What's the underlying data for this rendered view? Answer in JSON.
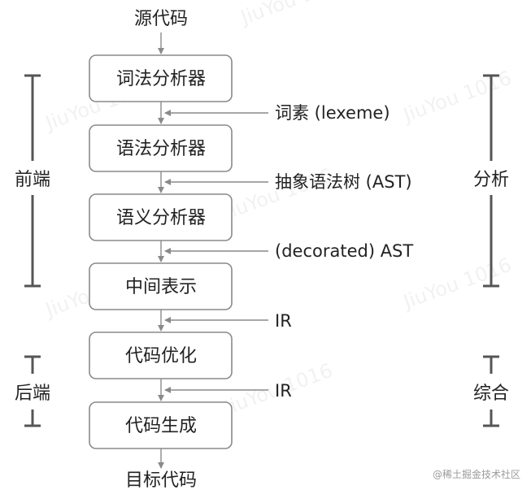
{
  "source": "源代码",
  "target": "目标代码",
  "stages": [
    "词法分析器",
    "语法分析器",
    "语义分析器",
    "中间表示",
    "代码优化",
    "代码生成"
  ],
  "annotations": [
    "词素 (lexeme)",
    "抽象语法树 (AST)",
    "(decorated) AST",
    "IR",
    "IR"
  ],
  "left_groups": [
    "前端",
    "后端"
  ],
  "right_groups": [
    "分析",
    "综合"
  ],
  "watermark": "JiuYou 1016",
  "credit": "@稀土掘金技术社区",
  "colors": {
    "box_border": "#8a8a8a",
    "arrow": "#8a8a8a",
    "bracket": "#555555",
    "text": "#222222"
  }
}
